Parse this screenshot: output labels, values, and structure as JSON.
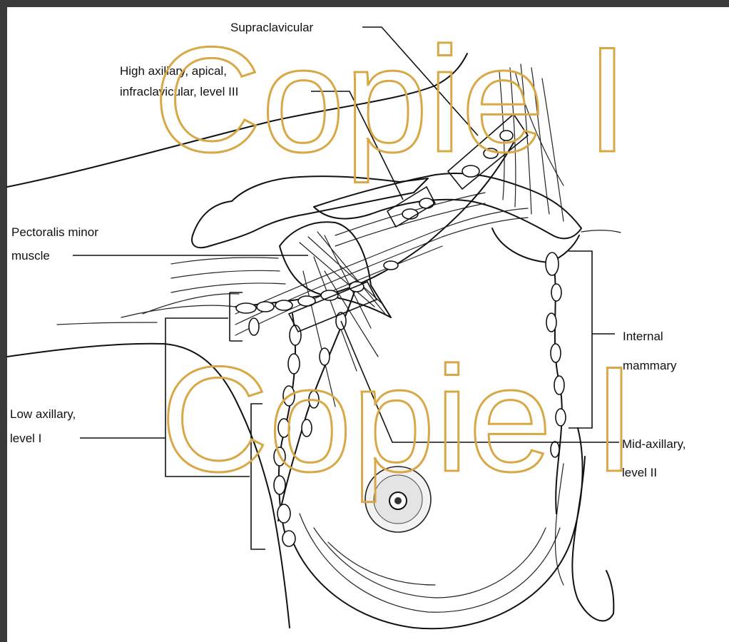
{
  "labels": {
    "supraclavicular": "Supraclavicular",
    "high_axillary_line1": "High axillary, apical,",
    "high_axillary_line2": "infraclavicular, level III",
    "pectoralis_line1": "Pectoralis minor",
    "pectoralis_line2": "muscle",
    "internal_line1": "Internal",
    "internal_line2": "mammary",
    "low_axillary_line1": "Low axillary,",
    "low_axillary_line2": "level I",
    "mid_axillary_line1": "Mid-axillary,",
    "mid_axillary_line2": "level II"
  },
  "watermark": {
    "text": "Copie I",
    "color": "#d8a847"
  }
}
